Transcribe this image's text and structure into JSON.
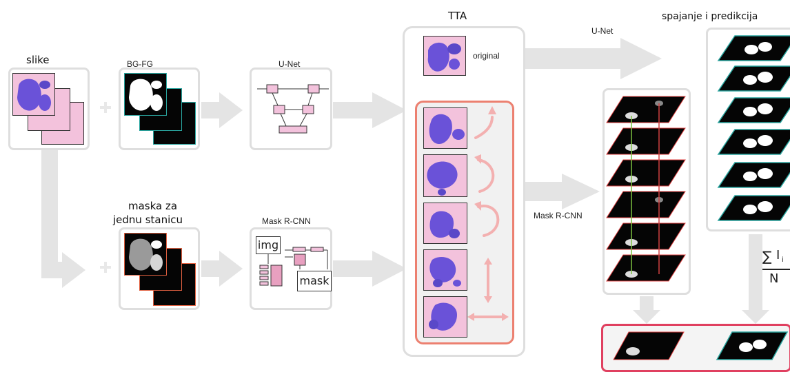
{
  "labels": {
    "slike": "slike",
    "bgfg": "BG-FG",
    "unet1": "U-Net",
    "tta": "TTA",
    "original": "original",
    "unet2": "U-Net",
    "output_title": "spajanje i predikcija",
    "maska_line1": "maska za",
    "maska_line2": "jednu stanicu",
    "maskrcnn1": "Mask R-CNN",
    "maskrcnn2": "Mask R-CNN",
    "img": "img",
    "mask": "mask",
    "formula_sigma": "∑",
    "formula_i": "I",
    "formula_sub": "i",
    "formula_n": "N"
  },
  "colors": {
    "blob": "#6a52d8",
    "pink_bg": "#f3c2dc",
    "arrow_gray": "#e3e3e3",
    "tta_border": "#ec8070",
    "result_border": "#e04060",
    "teal": "#2aa6a0"
  }
}
